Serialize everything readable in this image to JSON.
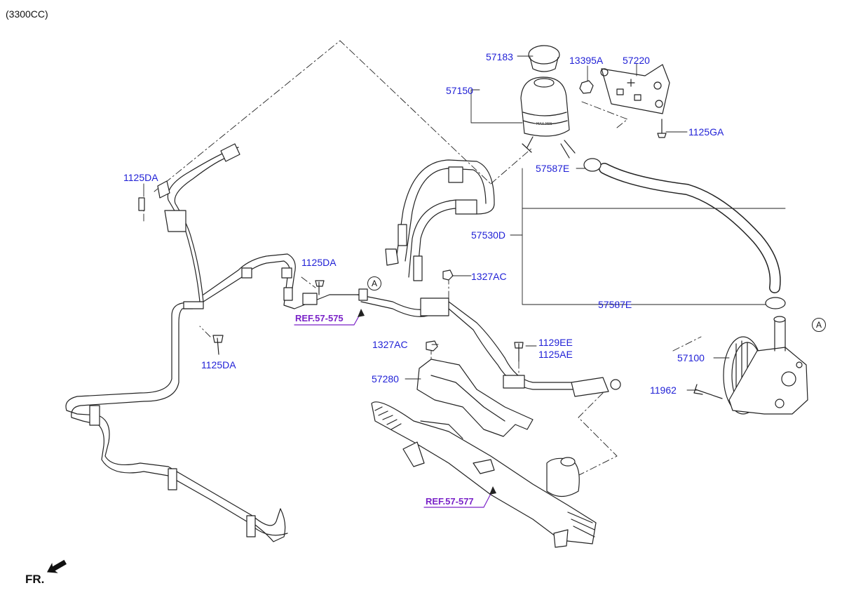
{
  "header": {
    "engine": "(3300CC)"
  },
  "footer": {
    "direction": "FR."
  },
  "colors": {
    "label": "#1f1fd6",
    "ref": "#7a22c8",
    "line": "#222222"
  },
  "labels": {
    "p57183": "57183",
    "p57150": "57150",
    "p13395A": "13395A",
    "p57220": "57220",
    "p1125GA": "1125GA",
    "p57587E_top": "57587E",
    "p57530D": "57530D",
    "p57587E_bottom": "57587E",
    "p57100": "57100",
    "p11962": "11962",
    "p1125DA_left": "1125DA",
    "p1125DA_mid": "1125DA",
    "p1125DA_low": "1125DA",
    "p1327AC_top": "1327AC",
    "p1327AC_mid": "1327AC",
    "p1129EE": "1129EE",
    "p1125AE": "1125AE",
    "p57280": "57280"
  },
  "refs": {
    "ref575": "REF.57-575",
    "ref577": "REF.57-577"
  },
  "callouts": {
    "a_left": "A",
    "a_right": "A"
  },
  "icons": {
    "direction_arrow": "arrow-icon"
  }
}
